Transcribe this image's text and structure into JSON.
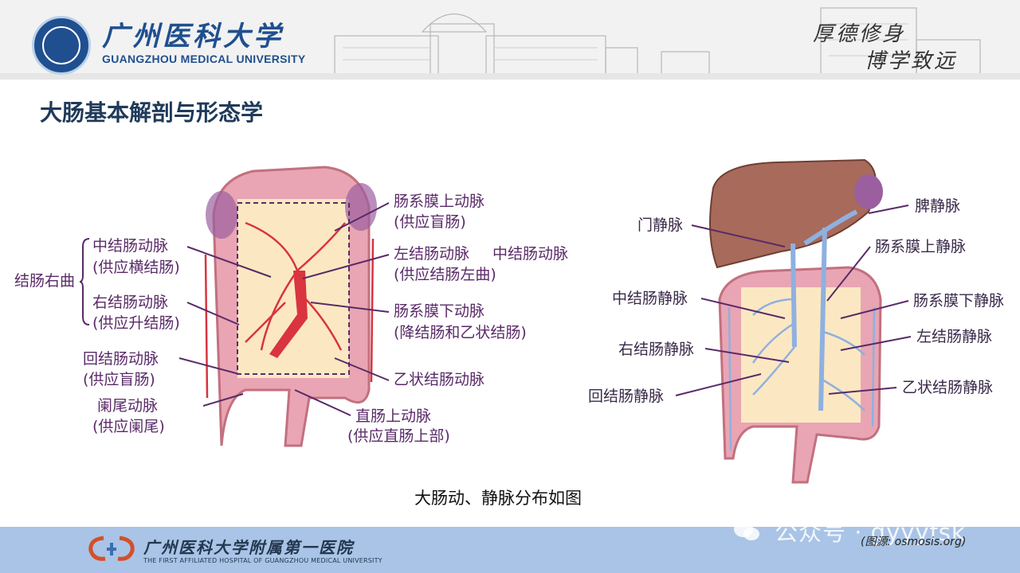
{
  "header": {
    "university_cn": "广州医科大学",
    "university_en": "GUANGZHOU MEDICAL UNIVERSITY",
    "motto_line1": "厚德修身",
    "motto_line2": "博学致远"
  },
  "slide": {
    "title": "大肠基本解剖与形态学",
    "caption": "大肠动、静脉分布如图"
  },
  "artery_labels": {
    "bracket_group": "结肠右曲",
    "middle_colic": "中结肠动脉",
    "middle_colic_supply": "(供应横结肠)",
    "right_colic": "右结肠动脉",
    "right_colic_supply": "(供应升结肠)",
    "ileocolic": "回结肠动脉",
    "ileocolic_supply": "(供应盲肠)",
    "appendicular": "阑尾动脉",
    "appendicular_supply": "(供应阑尾)",
    "sma": "肠系膜上动脉",
    "sma_supply": "(供应盲肠)",
    "left_colic": "左结肠动脉",
    "left_colic_supply": "(供应结肠左曲)",
    "middle_colic_right": "中结肠动脉",
    "ima": "肠系膜下动脉",
    "ima_supply": "(降结肠和乙状结肠)",
    "sigmoid": "乙状结肠动脉",
    "superior_rectal": "直肠上动脉",
    "superior_rectal_supply": "(供应直肠上部)"
  },
  "vein_labels": {
    "portal": "门静脉",
    "splenic": "脾静脉",
    "smv": "肠系膜上静脉",
    "middle_colic": "中结肠静脉",
    "imv": "肠系膜下静脉",
    "right_colic": "右结肠静脉",
    "left_colic": "左结肠静脉",
    "ileocolic": "回结肠静脉",
    "sigmoid": "乙状结肠静脉"
  },
  "footer": {
    "hospital_cn": "广州医科大学附属第一医院",
    "hospital_en": "THE FIRST AFFILIATED HOSPITAL OF GUANGZHOU MEDICAL UNIVERSITY",
    "watermark": "公众号 · gyyyfsk",
    "source": "(图源: osmosis.org)"
  },
  "colors": {
    "label": "#5a2a68",
    "colon": "#e9a5b3",
    "artery": "#d9343f",
    "vein": "#8fb0e0",
    "liver": "#a86a5a",
    "footer_band": "#a9c4e6",
    "title": "#1f3a5a"
  }
}
